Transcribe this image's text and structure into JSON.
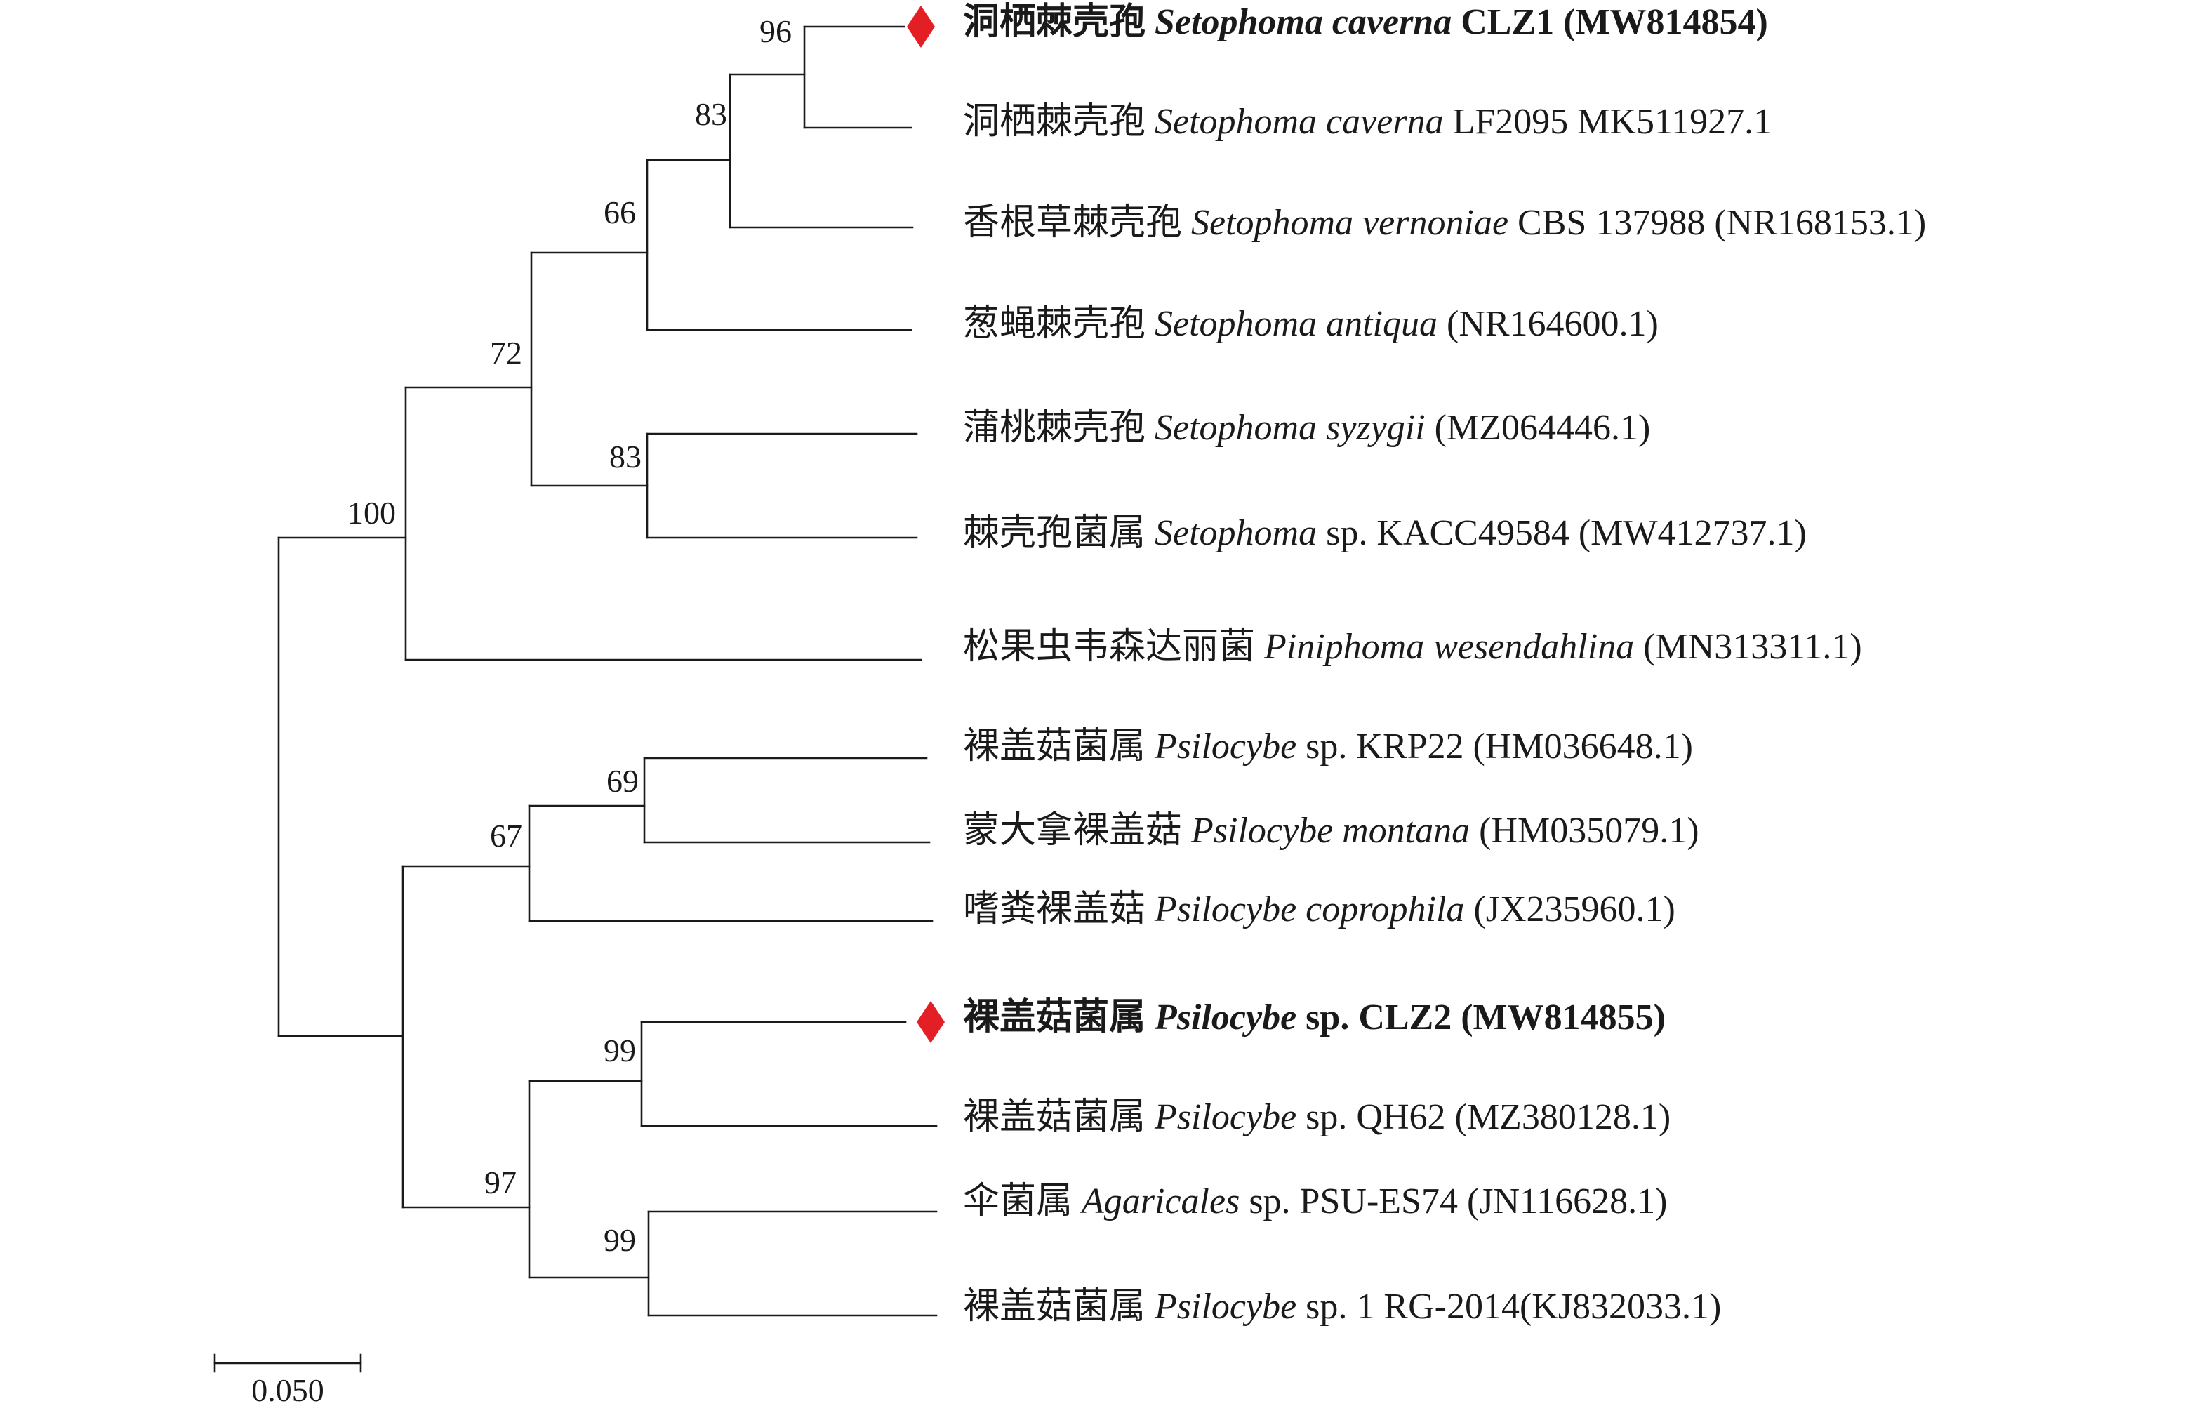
{
  "tree": {
    "leaves": [
      {
        "cn": "洞栖棘壳孢",
        "sci": "Setophoma caverna",
        "rest": " CLZ1 (MW814854)",
        "bold": true,
        "marker": true
      },
      {
        "cn": "洞栖棘壳孢",
        "sci": "Setophoma caverna",
        "rest": " LF2095 MK511927.1",
        "bold": false,
        "marker": false
      },
      {
        "cn": "香根草棘壳孢",
        "sci": "Setophoma vernoniae",
        "rest": " CBS 137988 (NR168153.1)",
        "bold": false,
        "marker": false
      },
      {
        "cn": "葱蝇棘壳孢",
        "sci": "Setophoma antiqua",
        "rest": " (NR164600.1)",
        "bold": false,
        "marker": false
      },
      {
        "cn": "蒲桃棘壳孢",
        "sci": "Setophoma syzygii",
        "rest": " (MZ064446.1)",
        "bold": false,
        "marker": false
      },
      {
        "cn": "棘壳孢菌属",
        "sci": "Setophoma",
        "rest": " sp. KACC49584 (MW412737.1)",
        "bold": false,
        "marker": false
      },
      {
        "cn": "松果虫韦森达丽菌",
        "sci": "Piniphoma wesendahlina",
        "rest": " (MN313311.1)",
        "bold": false,
        "marker": false
      },
      {
        "cn": "裸盖菇菌属",
        "sci": "Psilocybe",
        "rest": " sp. KRP22 (HM036648.1)",
        "bold": false,
        "marker": false
      },
      {
        "cn": "蒙大拿裸盖菇",
        "sci": "Psilocybe montana",
        "rest": " (HM035079.1)",
        "bold": false,
        "marker": false
      },
      {
        "cn": "嗜粪裸盖菇",
        "sci": "Psilocybe coprophila",
        "rest": " (JX235960.1)",
        "bold": false,
        "marker": false
      },
      {
        "cn": "裸盖菇菌属",
        "sci": "Psilocybe",
        "rest": " sp. CLZ2 (MW814855)",
        "bold": true,
        "marker": true
      },
      {
        "cn": "裸盖菇菌属",
        "sci": "Psilocybe",
        "rest": " sp. QH62 (MZ380128.1)",
        "bold": false,
        "marker": false
      },
      {
        "cn": "伞菌属",
        "sci": "Agaricales",
        "rest": " sp. PSU-ES74 (JN116628.1)",
        "bold": false,
        "marker": false
      },
      {
        "cn": "裸盖菇菌属",
        "sci": "Psilocybe",
        "rest": " sp. 1 RG-2014(KJ832033.1)",
        "bold": false,
        "marker": false
      }
    ],
    "bootstrap": [
      "96",
      "83",
      "66",
      "72",
      "83",
      "100",
      "69",
      "67",
      "99",
      "99",
      "97"
    ],
    "scale_bar": "0.050",
    "marker_color": "#e31e24"
  }
}
